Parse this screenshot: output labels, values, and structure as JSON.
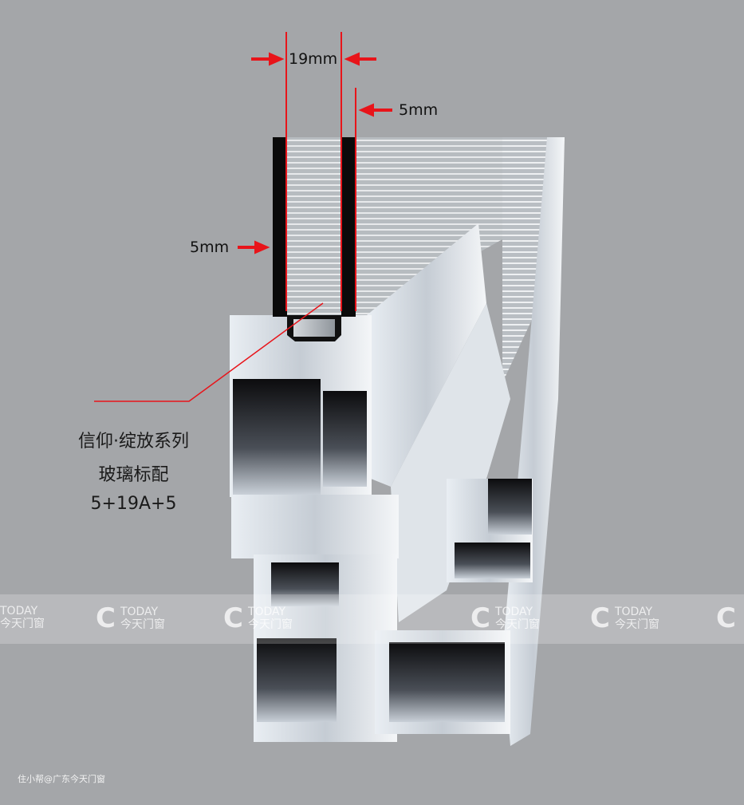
{
  "dimensions": {
    "gap": "19mm",
    "outer_glass": "5mm",
    "inner_glass": "5mm"
  },
  "caption": {
    "line1": "信仰·绽放系列",
    "line2": "玻璃标配",
    "line3": "5+19A+5"
  },
  "watermark": {
    "mark": "C",
    "brand": "TODAY",
    "brand_cn": "今天门窗"
  },
  "credit": "住小帮@广东今天门窗",
  "colors": {
    "background": "#a4a6a9",
    "dimension": "#e8141a",
    "glass": "#0a0a0a"
  }
}
